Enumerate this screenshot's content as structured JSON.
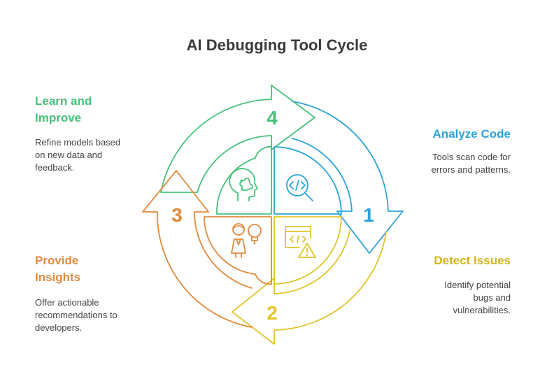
{
  "title": "AI Debugging Tool Cycle",
  "colors": {
    "analyze": "#2aa3d4",
    "detect": "#e1c42a",
    "insights": "#e08a3c",
    "learn": "#45c27a"
  },
  "stages": {
    "analyze": {
      "number": "1",
      "title": "Analyze Code",
      "description": "Tools scan code for\nerrors and patterns.",
      "icon": "code-search-icon"
    },
    "detect": {
      "number": "2",
      "title": "Detect Issues",
      "description": "Identify potential\nbugs and\nvulnerabilities.",
      "icon": "code-warning-icon"
    },
    "insights": {
      "number": "3",
      "title": "Provide\nInsights",
      "description": "Offer actionable\nrecommendations to\ndevelopers.",
      "icon": "person-idea-icon"
    },
    "learn": {
      "number": "4",
      "title": "Learn and\nImprove",
      "description": "Refine models based\non new data and\nfeedback.",
      "icon": "head-puzzle-icon"
    }
  }
}
